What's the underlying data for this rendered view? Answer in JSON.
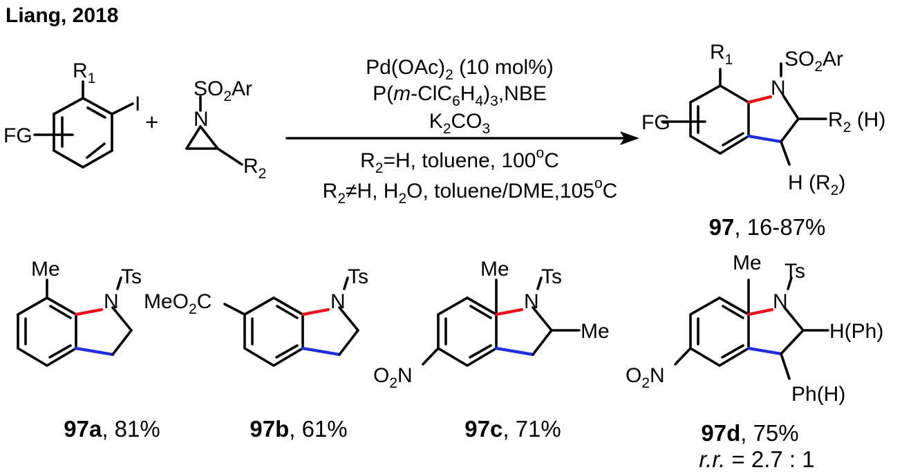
{
  "header": {
    "citation": "Liang, 2018"
  },
  "reaction": {
    "plus": "+",
    "substrate1": {
      "r1": "R",
      "r1_sub": "1",
      "iodo": "I",
      "fg": "FG"
    },
    "substrate2": {
      "so2ar_a": "SO",
      "so2ar_sub": "2",
      "so2ar_b": "Ar",
      "n": "N",
      "r2": "R",
      "r2_sub": "2"
    },
    "conditions": {
      "line1_a": "Pd(OAc)",
      "line1_sub": "2",
      "line1_b": " (10 mol%)",
      "line2_a": "P(",
      "line2_italic": "m",
      "line2_b": "-ClC",
      "line2_sub1": "6",
      "line2_c": "H",
      "line2_sub2": "4",
      "line2_d": ")",
      "line2_sub3": "3",
      "line2_e": ",NBE",
      "line3_a": "K",
      "line3_sub1": "2",
      "line3_b": "CO",
      "line3_sub2": "3",
      "line4_a": "R",
      "line4_sub": "2",
      "line4_b": "=H, toluene, 100",
      "line4_sup": "o",
      "line4_c": "C",
      "line5_a": "R",
      "line5_sub1": "2",
      "line5_b": "≠H, H",
      "line5_sub2": "2",
      "line5_c": "O, toluene/DME,105",
      "line5_sup": "o",
      "line5_d": "C"
    },
    "product": {
      "r1": "R",
      "r1_sub": "1",
      "so2ar_a": "SO",
      "so2ar_sub": "2",
      "so2ar_b": "Ar",
      "n": "N",
      "fg": "FG",
      "r2_a": "R",
      "r2_sub": "2",
      "r2_b": " (H)",
      "h_a": "H (R",
      "h_sub": "2",
      "h_b": ")",
      "id": "97",
      "yield": ", 16-87%"
    }
  },
  "examples": [
    {
      "id": "97a",
      "yield": ", 81%",
      "me": "Me",
      "ts": "Ts",
      "n": "N"
    },
    {
      "id": "97b",
      "yield": ", 61%",
      "ts": "Ts",
      "n": "N",
      "ester_a": "MeO",
      "ester_sub": "2",
      "ester_b": "C"
    },
    {
      "id": "97c",
      "yield": ", 71%",
      "me": "Me",
      "ts": "Ts",
      "n": "N",
      "me2": "Me",
      "nitro_a": "O",
      "nitro_sub": "2",
      "nitro_b": "N"
    },
    {
      "id": "97d",
      "yield": ", 75%",
      "me": "Me",
      "ts": "Ts",
      "n": "N",
      "hph": "H(Ph)",
      "phh": "Ph(H)",
      "nitro_a": "O",
      "nitro_sub": "2",
      "nitro_b": "N",
      "rr_label": "r.r.",
      "rr_value": " = 2.7 : 1"
    }
  ],
  "colors": {
    "new_cn_bond": "#e8101a",
    "new_cc_bond": "#1f2ee0",
    "bond": "#000000"
  }
}
